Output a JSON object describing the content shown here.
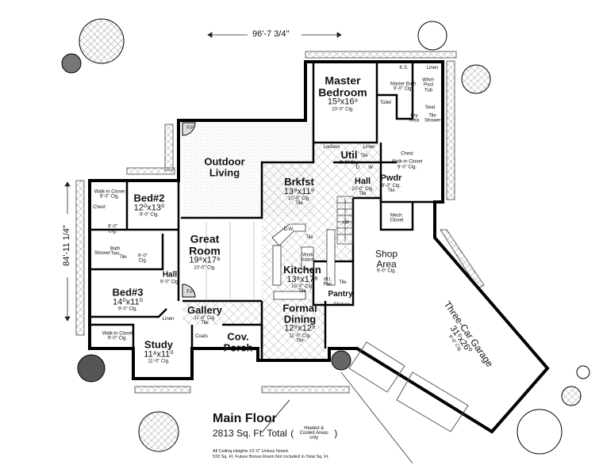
{
  "dimensions": {
    "width": "96'-7 3/4\"",
    "depth": "84'-11 1/4\""
  },
  "title": {
    "name": "Main Floor",
    "total": "2813 Sq. Ft. Total",
    "paren_open": "(",
    "paren_close": ")",
    "total_note": "Heated & Cooled Areas only",
    "notes": [
      "All Ceiling Heights 10'-0\" Unless Noted.",
      "533 Sq. Ft. Future Bonus Room Not Included in Total Sq. Ft."
    ]
  },
  "rooms": {
    "master": {
      "name": "Master Bedroom",
      "dims": "15³x16⁹",
      "ceiling": "10'-0\" Clg."
    },
    "master_bath": {
      "name": "Master Bath",
      "ceiling": "9'-0\" Clg."
    },
    "ks": "K.S.",
    "linen1": "Linen",
    "tub": "Whirl-Pool Tub",
    "seat": "Seat",
    "dry": "Dry Area",
    "shower": "Tile Shower",
    "toilet": "Toilet",
    "lockers": "Lockers",
    "linen2": "Linen",
    "util": {
      "name": "Util",
      "ceiling": "9'-0\" Clg.",
      "floor": "Tile"
    },
    "dryer": "D",
    "washer": "W",
    "walkin_master": {
      "name": "Walk-in Closet",
      "ceiling": "9'-0\" Clg.",
      "chest": "Chest"
    },
    "outdoor": {
      "name": "Outdoor Living"
    },
    "fp": "F.P.",
    "brkfst": {
      "name": "Brkfst",
      "dims": "13⁹x11⁹",
      "ceiling": "10'-0\" Clg.",
      "floor": "Tile"
    },
    "hall_mud": {
      "name": "Hall",
      "ceiling": "10'-0\" Clg.",
      "floor": "Tile"
    },
    "pwdr": {
      "name": "Pwdr",
      "ceiling": "9'-0\" Clg.",
      "floor": "Tile"
    },
    "mech": "Mech. Closet",
    "shop": {
      "name": "Shop Area",
      "ceiling": "9'-0\" Clg."
    },
    "great": {
      "name": "Great Room",
      "dims": "19⁸x17⁸",
      "ceiling": "10'-0\" Clg."
    },
    "kitchen": {
      "name": "Kitchen",
      "dims": "13⁸x17⁸",
      "ceiling": "10'-0\" Clg.",
      "floor": "Tile",
      "island": "Work Island",
      "tile": "Tile",
      "dw": "D.W."
    },
    "stairs": "UP",
    "pantry": {
      "name": "Pantry",
      "shelves": "Shelves",
      "tile": "Tile",
      "wipan": "W.I. Pan"
    },
    "bed2": {
      "name": "Bed#2",
      "dims": "12⁰x13⁰",
      "ceiling": "9'-0\" Clg."
    },
    "walkin_bed2": {
      "name": "Walk-in Closet",
      "ceiling": "9'-0\" Clg.",
      "chest": "Chest"
    },
    "bath2": {
      "name": "Bath Two",
      "shower": "Shower",
      "tile": "Tile",
      "ceil_a": "9'-0\" Clg.",
      "ceil_b": "9'-0\" Clg."
    },
    "hall_bed": {
      "name": "Hall",
      "ceiling": "9'-0\" Clg."
    },
    "bed3": {
      "name": "Bed#3",
      "dims": "14⁰x11⁰",
      "ceiling": "9'-0\" Clg."
    },
    "walkin_bed3": {
      "name": "Walk-in Closet",
      "ceiling": "9'-0\" Clg."
    },
    "linen3": "Linen",
    "gallery": {
      "name": "Gallery",
      "ceiling": "11'-0\" Clg.",
      "floor": "Tile"
    },
    "coats": "Coats",
    "porch": {
      "name": "Cov. Porch"
    },
    "dining": {
      "name": "Formal Dining",
      "dims": "12⁸x12⁸",
      "ceiling": "11'-0\" Clg.",
      "floor": "Tile"
    },
    "study": {
      "name": "Study",
      "dims": "11⁸x11⁰",
      "ceiling": "11'-0\" Clg."
    },
    "garage": {
      "name": "Three-Car Garage",
      "dims": "31⁶x26⁰",
      "ceiling": "9'-0\" Clg."
    }
  }
}
